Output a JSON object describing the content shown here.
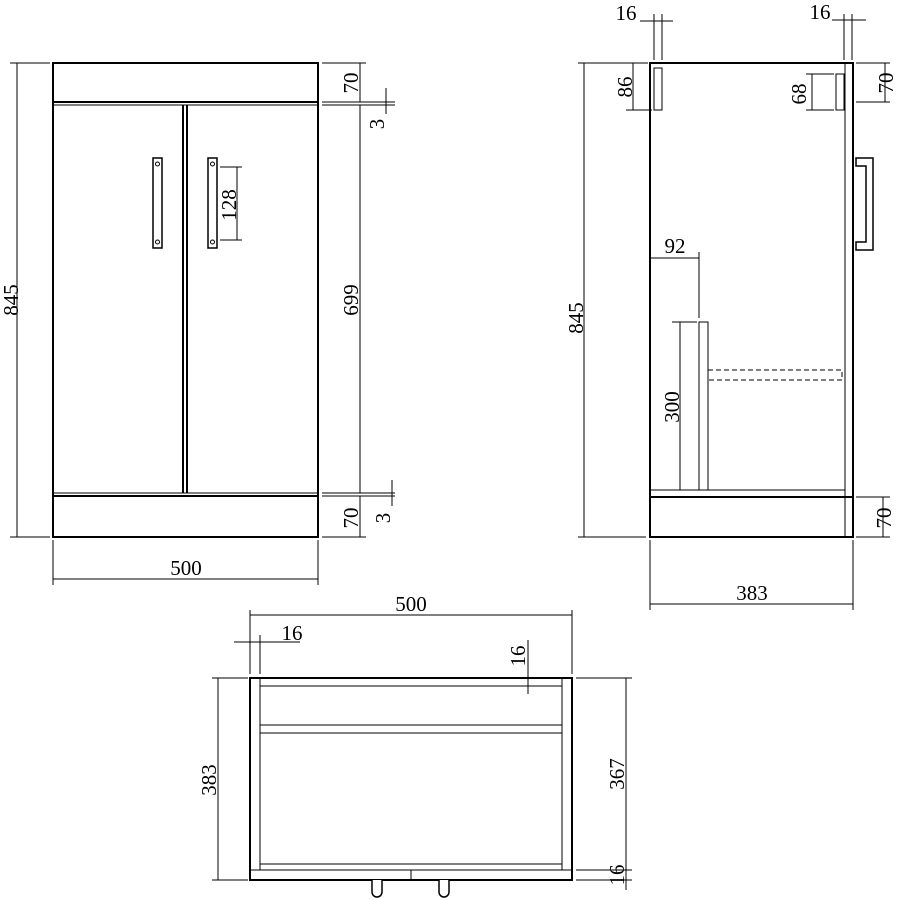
{
  "front_view": {
    "dimensions": {
      "height": "845",
      "width": "500",
      "top_panel": "70",
      "top_gap": "3",
      "door_height": "699",
      "handle": "128",
      "plinth": "70",
      "bottom_gap": "3"
    }
  },
  "side_view": {
    "dimensions": {
      "top_left_thickness": "16",
      "top_right_thickness": "16",
      "back_rail": "86",
      "front_rail": "68",
      "top_panel": "70",
      "height": "845",
      "shelf_setback": "92",
      "shelf_height": "300",
      "plinth": "70",
      "depth": "383"
    }
  },
  "plan_view": {
    "dimensions": {
      "width": "500",
      "side_thickness": "16",
      "rail_thickness": "16",
      "depth": "383",
      "internal_depth": "367",
      "front_thickness": "16"
    }
  }
}
